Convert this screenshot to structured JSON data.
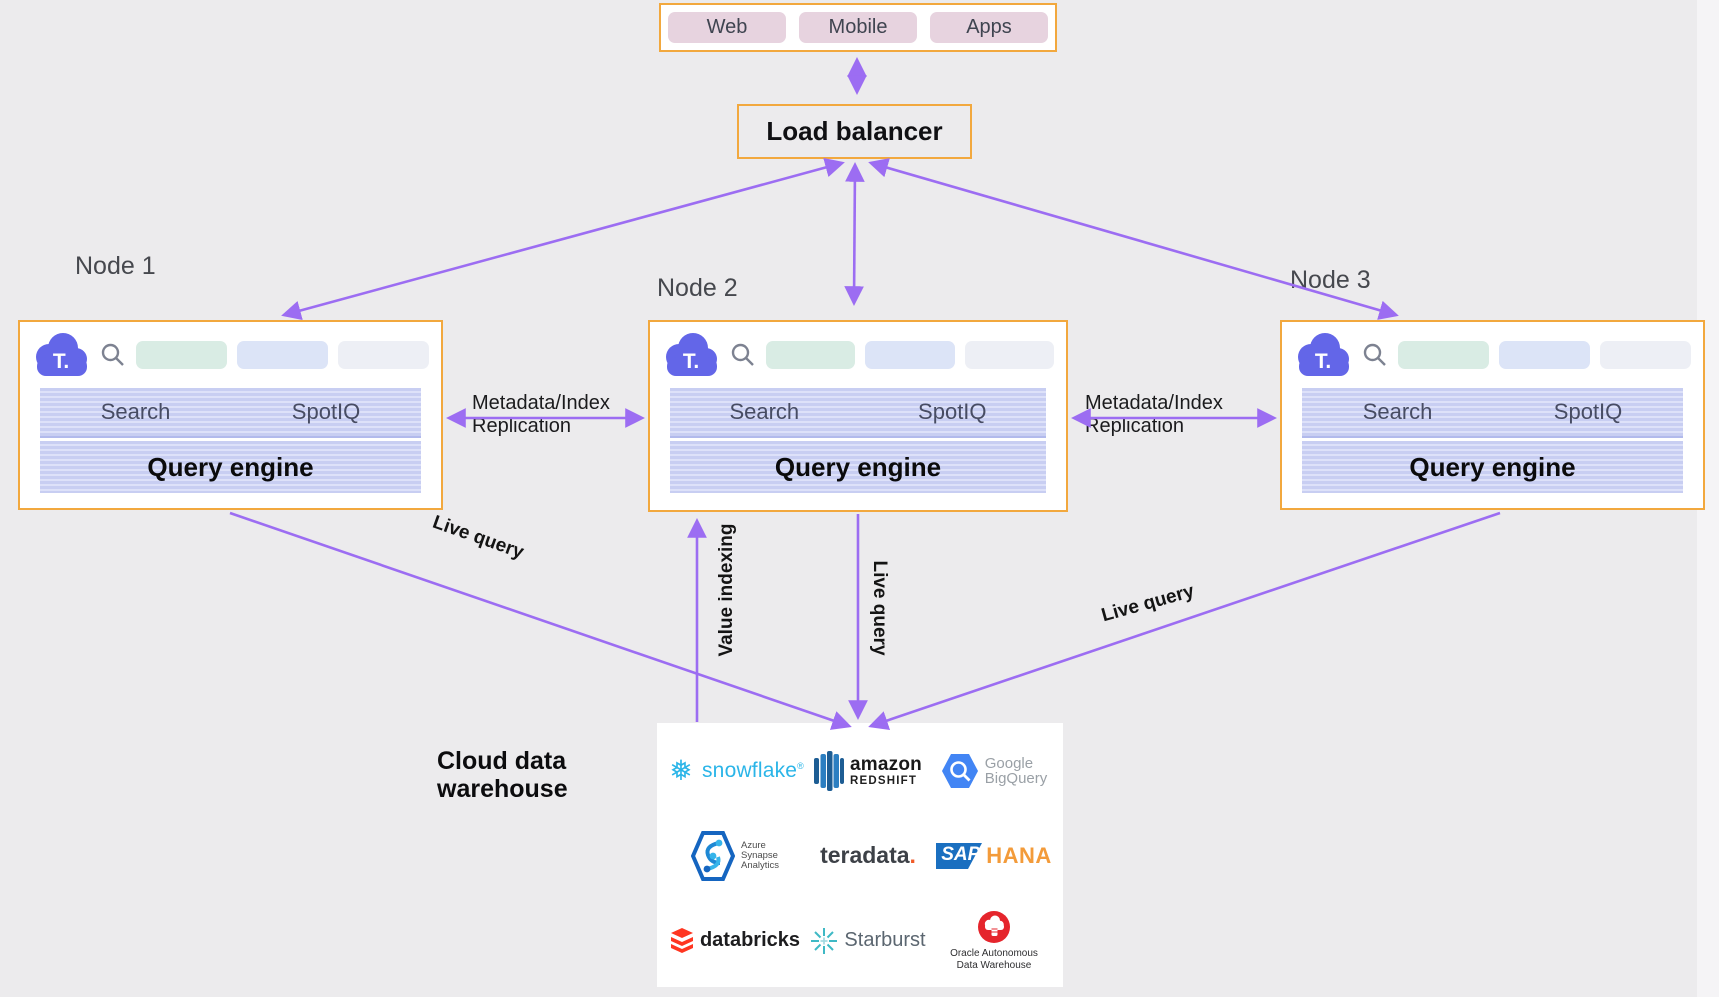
{
  "colors": {
    "background": "#ecebed",
    "accent_orange": "#f2a83e",
    "arrow_purple": "#9c6df2",
    "band_lavender": "#c8cef2",
    "ts_logo_purple": "#6366e8",
    "client_pill_pink": "#e7d3df"
  },
  "clients": {
    "pills": [
      "Web",
      "Mobile",
      "Apps"
    ]
  },
  "load_balancer": {
    "label": "Load balancer"
  },
  "nodes": [
    {
      "label": "Node 1",
      "search_tab": "Search",
      "spotiq_tab": "SpotIQ",
      "engine": "Query engine"
    },
    {
      "label": "Node 2",
      "search_tab": "Search",
      "spotiq_tab": "SpotIQ",
      "engine": "Query engine"
    },
    {
      "label": "Node 3",
      "search_tab": "Search",
      "spotiq_tab": "SpotIQ",
      "engine": "Query engine"
    }
  ],
  "edges": {
    "replication": {
      "line1": "Metadata/Index",
      "line2": "Replication"
    },
    "live_query": "Live query",
    "value_indexing": "Value indexing"
  },
  "warehouse": {
    "label_line1": "Cloud data",
    "label_line2": "warehouse",
    "vendors": {
      "snowflake": {
        "name": "snowflake",
        "mark": "®"
      },
      "redshift": {
        "brand": "amazon",
        "product": "REDSHIFT"
      },
      "bigquery": {
        "line1": "Google",
        "line2": "BigQuery"
      },
      "synapse": {
        "line1": "Azure",
        "line2": "Synapse",
        "line3": "Analytics"
      },
      "teradata": {
        "name": "teradata",
        "dot": "."
      },
      "sap": {
        "brand": "SAP",
        "product": "HANA"
      },
      "databricks": {
        "name": "databricks"
      },
      "starburst": {
        "name": "Starburst"
      },
      "oracle": {
        "line1": "Oracle Autonomous",
        "line2": "Data Warehouse"
      }
    }
  }
}
